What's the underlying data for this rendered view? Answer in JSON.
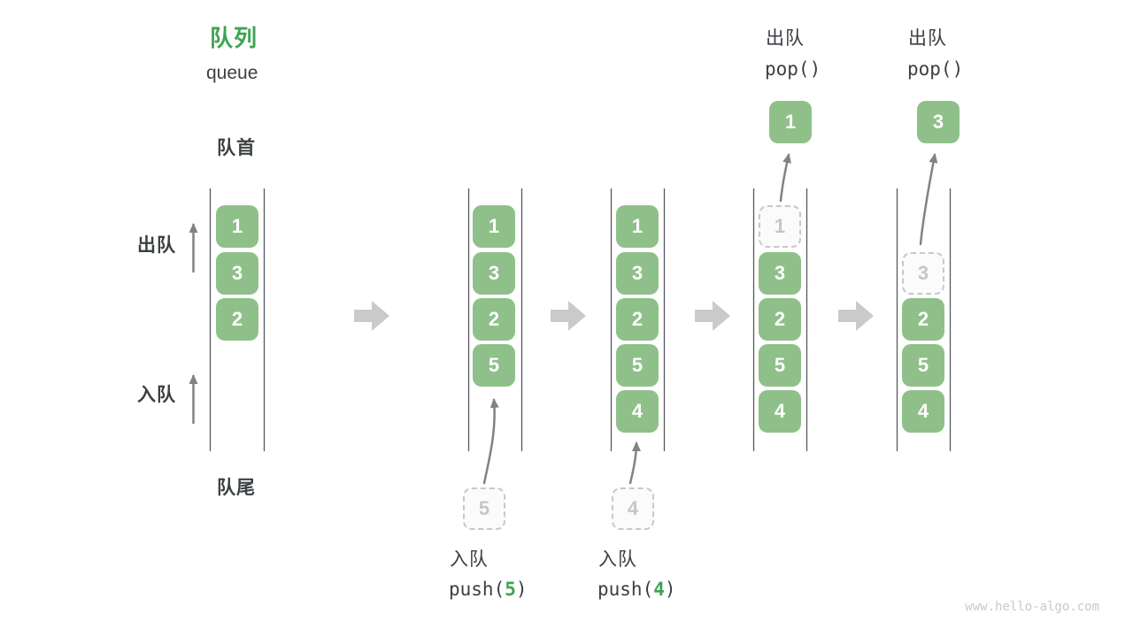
{
  "title": {
    "zh": "队列",
    "en": "queue"
  },
  "labels": {
    "front": "队首",
    "rear": "队尾",
    "dequeue": "出队",
    "enqueue": "入队"
  },
  "states": [
    {
      "slots": [
        {
          "v": "1"
        },
        {
          "v": "3"
        },
        {
          "v": "2"
        }
      ]
    },
    {
      "slots": [
        {
          "v": "1"
        },
        {
          "v": "3"
        },
        {
          "v": "2"
        },
        {
          "v": "5"
        }
      ],
      "pending": "5",
      "op_zh": "入队",
      "op_pre": "push(",
      "op_arg": "5",
      "op_post": ")"
    },
    {
      "slots": [
        {
          "v": "1"
        },
        {
          "v": "3"
        },
        {
          "v": "2"
        },
        {
          "v": "5"
        },
        {
          "v": "4"
        }
      ],
      "pending": "4",
      "op_zh": "入队",
      "op_pre": "push(",
      "op_arg": "4",
      "op_post": ")"
    },
    {
      "slots": [
        {
          "v": "1",
          "dashed": true
        },
        {
          "v": "3"
        },
        {
          "v": "2"
        },
        {
          "v": "5"
        },
        {
          "v": "4"
        }
      ],
      "popped": "1",
      "op_zh": "出队",
      "op_fn": "pop()"
    },
    {
      "slots": [
        null,
        {
          "v": "3",
          "dashed": true
        },
        {
          "v": "2"
        },
        {
          "v": "5"
        },
        {
          "v": "4"
        }
      ],
      "popped": "3",
      "op_zh": "出队",
      "op_fn": "pop()"
    }
  ],
  "watermark": "www.hello-algo.com",
  "colors": {
    "item_green": "#8FC08A",
    "accent_green": "#3EA353",
    "text_dark": "#3C4043",
    "flow_arrow_gray": "#C9CACB",
    "stroke_arrow_gray": "#7F8387",
    "dashed_gray": "#C6C8CA",
    "wall_gray": "#56595D",
    "watermark_gray": "#C9C9C9"
  }
}
